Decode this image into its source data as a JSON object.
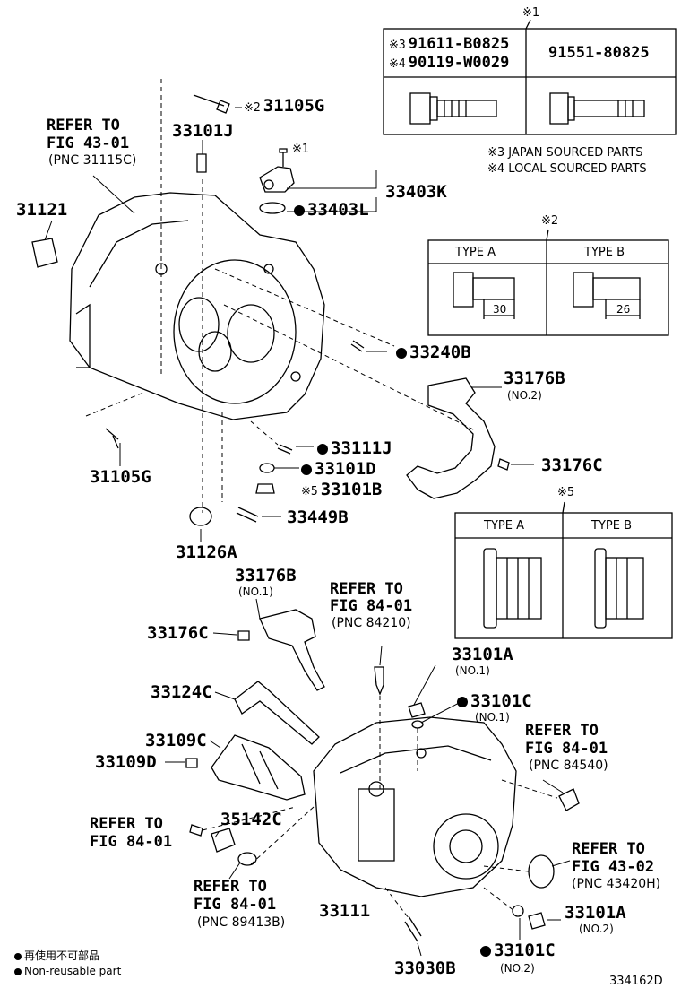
{
  "note1": {
    "mark": "※1",
    "row3_mark": "※3",
    "row3_part": "91611-B0825",
    "row4_mark": "※4",
    "row4_part": "90119-W0029",
    "part_right": "91551-80825",
    "notes": [
      "※3 JAPAN SOURCED PARTS",
      "※4 LOCAL SOURCED PARTS"
    ]
  },
  "note2": {
    "mark": "※2",
    "type_a": "TYPE A",
    "type_b": "TYPE B",
    "dim_a": "30",
    "dim_b": "26"
  },
  "note5": {
    "mark": "※5",
    "type_a": "TYPE A",
    "type_b": "TYPE B"
  },
  "labels": {
    "p31105g_top": "31105G",
    "p31105g_top_mark": "※2",
    "p33101j": "33101J",
    "screw_mark": "※1",
    "p33403k": "33403K",
    "p33403l": "33403L",
    "p31121": "31121",
    "p33240b": "33240B",
    "p33176b_top": "33176B",
    "p33176b_top_sub": "(NO.2)",
    "p33111j": "33111J",
    "p33101d": "33101D",
    "p33101b": "33101B",
    "p33101b_mark": "※5",
    "p33176c_top": "33176C",
    "p31105g_left": "31105G",
    "p33449b": "33449B",
    "p31126a": "31126A",
    "p33176b_bot": "33176B",
    "p33176b_bot_sub": "(NO.1)",
    "p33176c_bot": "33176C",
    "p33124c": "33124C",
    "p33109c": "33109C",
    "p33109d": "33109D",
    "p35142c": "35142C",
    "p33111": "33111",
    "p33030b": "33030B",
    "p33101a_top": "33101A",
    "p33101a_top_sub": "(NO.1)",
    "p33101c_top": "33101C",
    "p33101c_top_sub": "(NO.1)",
    "p33101a_bot": "33101A",
    "p33101a_bot_sub": "(NO.2)",
    "p33101c_bot": "33101C",
    "p33101c_bot_sub": "(NO.2)"
  },
  "refs": {
    "fig4301_l1": "REFER TO",
    "fig4301_l2": "FIG 43-01",
    "fig4301_l3": "(PNC 31115C)",
    "fig8401a_l1": "REFER TO",
    "fig8401a_l2": "FIG 84-01",
    "fig8401a_l3": "(PNC 84210)",
    "fig8401b_l1": "REFER TO",
    "fig8401b_l2": "FIG 84-01",
    "fig8401b_l3": "(PNC 84540)",
    "fig8401c_l1": "REFER TO",
    "fig8401c_l2": "FIG 84-01",
    "fig8401d_l1": "REFER TO",
    "fig8401d_l2": "FIG 84-01",
    "fig8401d_l3": "(PNC 89413B)",
    "fig4302_l1": "REFER TO",
    "fig4302_l2": "FIG 43-02",
    "fig4302_l3": "(PNC 43420H)"
  },
  "legend": {
    "line1": "再使用不可部品",
    "line2": "Non-reusable part"
  },
  "figure_id": "334162D"
}
